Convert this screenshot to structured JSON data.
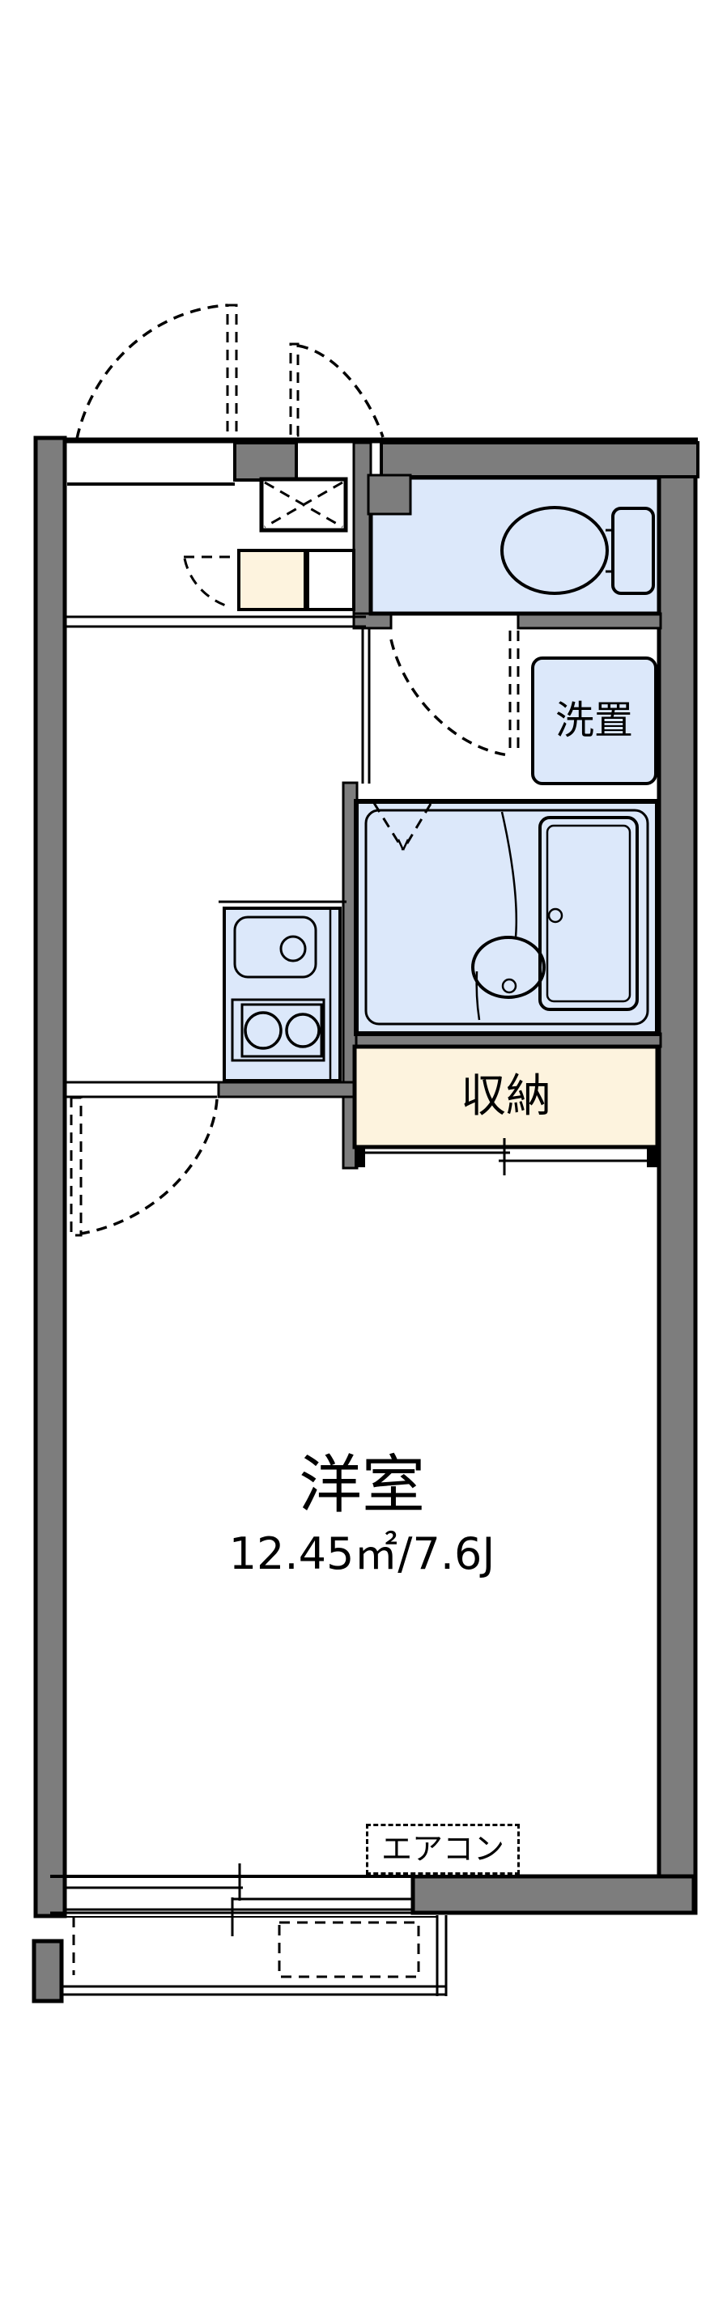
{
  "floorplan": {
    "rooms": {
      "main_room": {
        "label": "洋室",
        "size": "12.45㎡/7.6J"
      },
      "closet": {
        "label": "収納"
      },
      "washer_place": {
        "label": "洗置"
      },
      "aircon": {
        "label": "エアコン"
      }
    },
    "icons": {
      "toilet-icon": "toilet bowl with tank, plan view",
      "bathtub-icon": "rectangular tub, plan view",
      "washbasin-icon": "oval basin with drain",
      "kitchen-sink-icon": "sink with faucet circle",
      "stove-icon": "two burner circles",
      "shoe-cabinet-icon": "box with dashed X",
      "door-swing-icon": "dashed quarter-circle arc",
      "sliding-window-icon": "double line with ticks",
      "balcony-hatch-icon": "dashed rectangle"
    },
    "colors": {
      "wall": "#7d7d7d",
      "water": "#dce8fa",
      "storage": "#fdf3de",
      "line": "#000000"
    }
  }
}
